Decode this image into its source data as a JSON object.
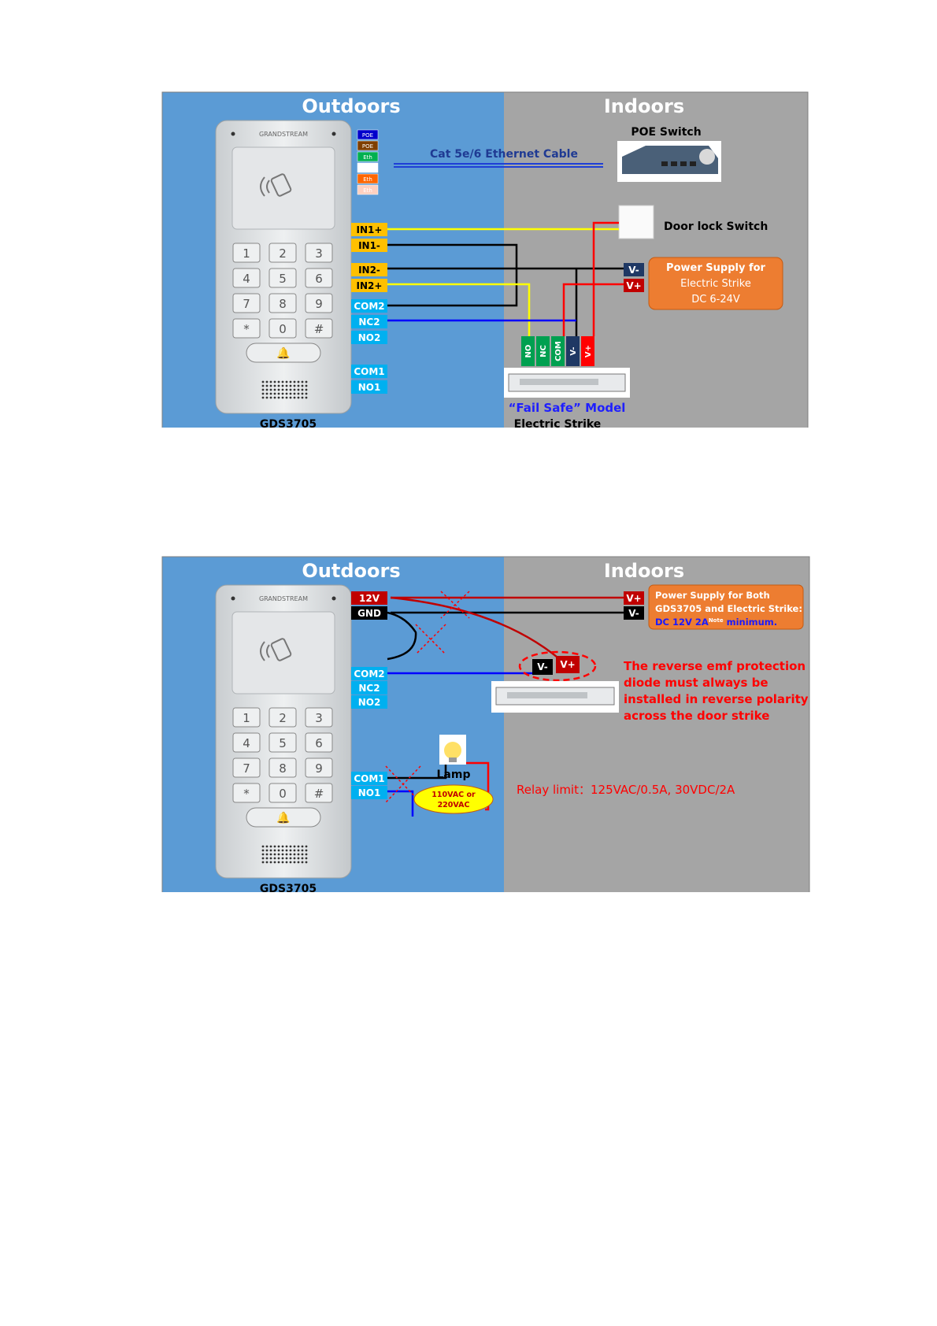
{
  "diagram1": {
    "outdoors": "Outdoors",
    "indoors": "Indoors",
    "device_brand": "GRANDSTREAM",
    "device_model": "GDS3705",
    "keypad": [
      "1",
      "2",
      "3",
      "4",
      "5",
      "6",
      "7",
      "8",
      "9",
      "*",
      "0",
      "#"
    ],
    "eth_pins": [
      "POE",
      "POE",
      "Eth",
      "",
      "Eth",
      "Eth"
    ],
    "poe_switch": "POE Switch",
    "cable": "Cat 5e/6 Ethernet  Cable",
    "door_lock_switch": "Door lock Switch",
    "terminals": [
      "IN1+",
      "IN1-",
      "IN2-",
      "IN2+",
      "COM2",
      "NC2",
      "NO2",
      "COM1",
      "NO1"
    ],
    "psu_vminus": "V-",
    "psu_vplus": "V+",
    "psu_line1": "Power Supply for",
    "psu_line2": "Electric Strike",
    "psu_line3": "DC 6-24V",
    "strike_pins": [
      "NO",
      "NC",
      "COM",
      "V-",
      "V+"
    ],
    "strike_model": "“Fail Safe” Model",
    "strike_name": "Electric  Strike",
    "colors": {
      "outdoor_bg": "#5b9bd5",
      "indoor_bg": "#a5a5a5",
      "terminal_yellow": "#ffc000",
      "terminal_blue": "#00b0f0",
      "orange": "#ed7d31"
    }
  },
  "diagram2": {
    "outdoors": "Outdoors",
    "indoors": "Indoors",
    "device_brand": "GRANDSTREAM",
    "device_model": "GDS3705",
    "keypad": [
      "1",
      "2",
      "3",
      "4",
      "5",
      "6",
      "7",
      "8",
      "9",
      "*",
      "0",
      "#"
    ],
    "pwr_12v": "12V",
    "pwr_gnd": "GND",
    "terminals": [
      "COM2",
      "NC2",
      "NO2",
      "COM1",
      "NO1"
    ],
    "psu_vplus": "V+",
    "psu_vminus": "V-",
    "psu_line1": "Power Supply for Both",
    "psu_line2": "GDS3705 and Electric Strike:",
    "psu_line3_main": "DC 12V 2A",
    "psu_line3_sup": "Note",
    "psu_line3_tail": " minimum.",
    "strike_vminus": "V-",
    "strike_vplus": "V+",
    "warning": [
      "The reverse emf protection",
      "diode must always be",
      "installed in reverse polarity",
      "across the door strike"
    ],
    "lamp": "Lamp",
    "lamp_voltage": [
      "110VAC or",
      "220VAC"
    ],
    "relay_limit": "Relay limit：125VAC/0.5A, 30VDC/2A"
  }
}
